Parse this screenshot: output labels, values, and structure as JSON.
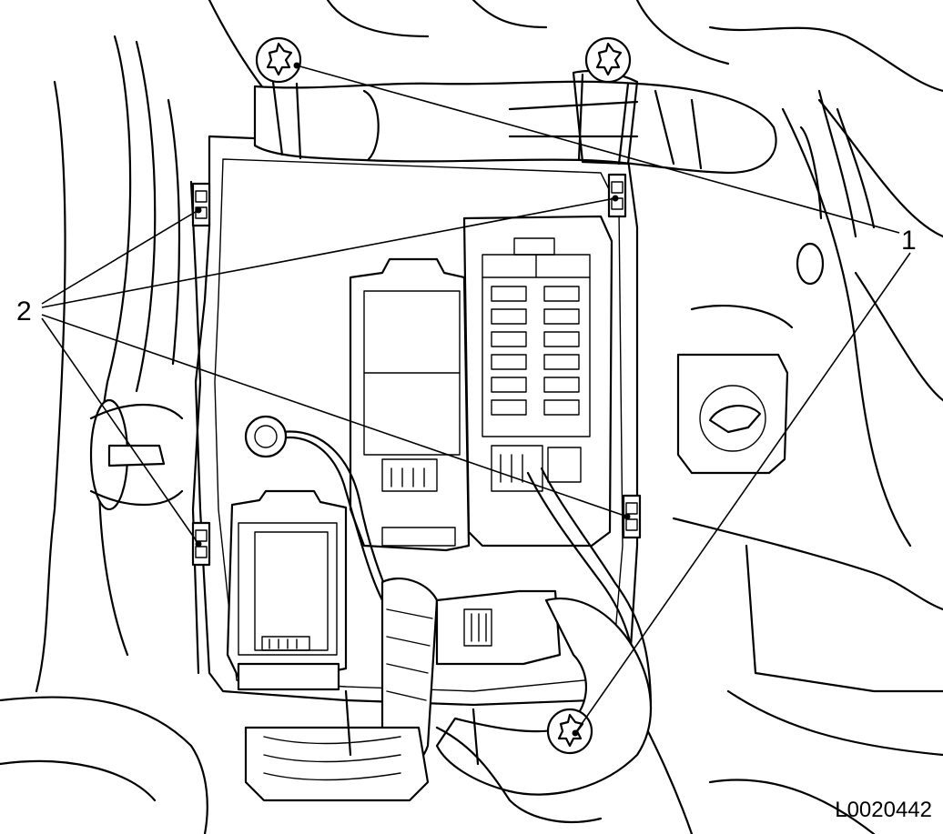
{
  "callouts": {
    "label_1": "1",
    "label_2": "2"
  },
  "figure_id": "L0020442"
}
